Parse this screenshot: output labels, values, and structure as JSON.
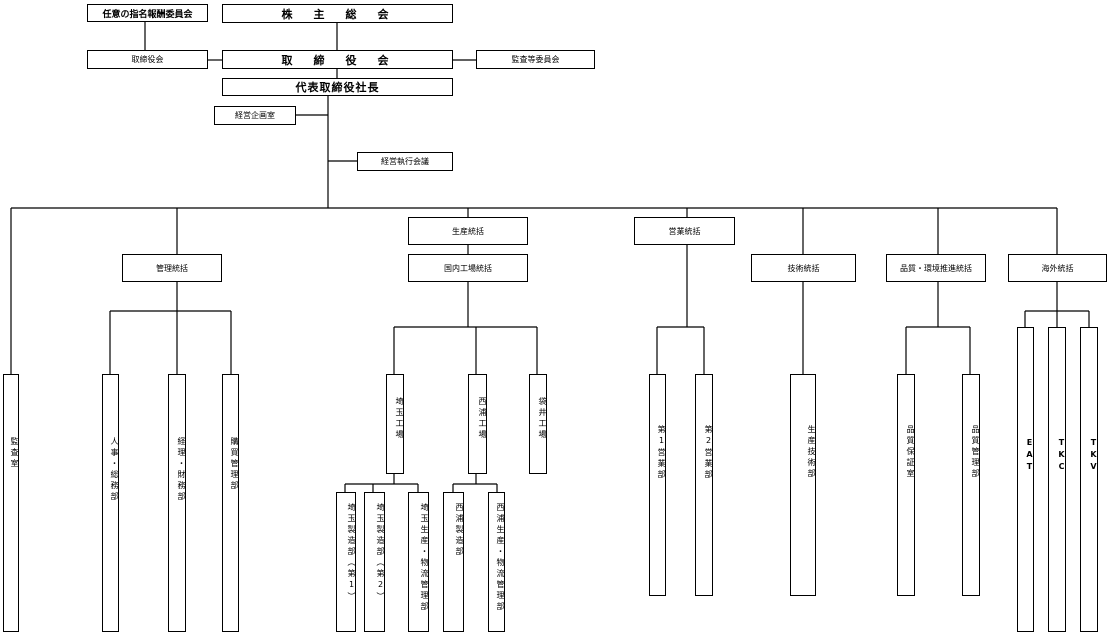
{
  "org": {
    "shareholders_meeting": "株　主　総　会",
    "nomination_committee": "任意の指名報酬委員会",
    "board": "取　締　役　会",
    "board_small": "取締役会",
    "audit_committee": "監査等委員会",
    "president": "代表取締役社長",
    "planning_office": "経営企画室",
    "exec_committee": "経営執行会議",
    "production_general": "生産統括",
    "sales_general": "営業統括",
    "admin_general": "管理統括",
    "domestic_plant_general": "国内工場統括",
    "tech_general": "技術統括",
    "quality_general": "品質・環境推進統括",
    "overseas_general": "海外統括",
    "audit_office": "監査室",
    "hr_dept": "人事・総務部",
    "finance_dept": "経理・財務部",
    "purchasing_dept": "購買管理部",
    "saitama_plant": "埼玉工場",
    "nishiura_plant": "西浦工場",
    "fukuroi_plant": "袋井工場",
    "saitama_mfg1": "埼玉製造部（第1）",
    "saitama_mfg2": "埼玉製造部（第2）",
    "saitama_prod_logistics": "埼玉生産・物流管理部",
    "nishiura_mfg": "西浦製造部",
    "nishiura_prod_logistics": "西浦生産・物流管理部",
    "sales1": "第1営業部",
    "sales2": "第2営業部",
    "prod_tech": "生産技術部",
    "qa_office": "品質保証室",
    "qm_dept": "品質管理部",
    "eat": "EAT",
    "tkc": "TKC",
    "tkv": "TKV"
  }
}
